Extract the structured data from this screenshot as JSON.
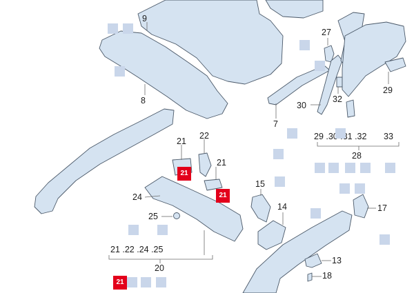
{
  "labels": {
    "l9": "9",
    "l8": "8",
    "l27": "27",
    "l7": "7",
    "l29a": "29",
    "l30": "30",
    "l32": "32",
    "l22": "22",
    "l21a": "21",
    "l21b": "21",
    "l24": "24",
    "l25": "25",
    "l15": "15",
    "l14": "14",
    "l17": "17",
    "l13": "13",
    "l18": "18",
    "group28": "29 .30 .31 .32",
    "l33": "33",
    "l28": "28",
    "group20": "21 .22 .24 .25",
    "l20": "20"
  },
  "badges": {
    "b1": "21",
    "b2": "21",
    "b3": "21"
  },
  "colors": {
    "part_fill": "#d5e3f1",
    "part_stroke": "#4a5868",
    "badge": "#e3001b",
    "marker": "#c9d6ea"
  }
}
